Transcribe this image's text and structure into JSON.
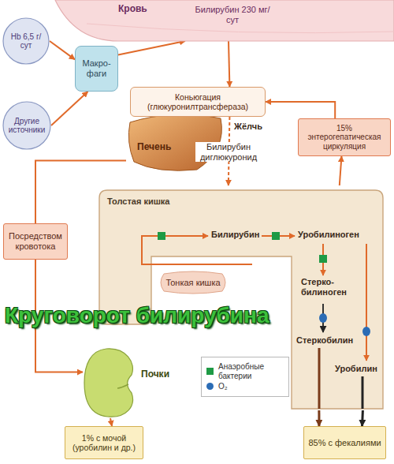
{
  "diagram": {
    "title": "Круговорот билирубина",
    "nodes": [
      {
        "text": [
          "Кровь",
          "Билирубин 230 мг/сут"
        ]
      },
      {
        "text": [
          "Hb 6,5 г/сут"
        ]
      },
      {
        "text": [
          "Другие источники"
        ]
      },
      {
        "text": [
          "Макро- фаги"
        ]
      },
      {
        "text": [
          "Печень"
        ]
      },
      {
        "text": [
          "Коньюгация (глюкуронилтрансфераза)"
        ],
        "in": 4
      },
      {
        "text": [
          "15% энтерогепатическая циркуляция"
        ]
      },
      {
        "text": [
          "Посредством кровотока"
        ]
      },
      {
        "text": [
          "Толстая кишка"
        ]
      },
      {
        "text": [
          "Тонкая кишка"
        ]
      },
      {
        "text": [
          "Почки"
        ]
      },
      {
        "text": [
          "1% с мочой (уробилин и др.)"
        ]
      },
      {
        "text": [
          "85% с фекалиями"
        ]
      }
    ],
    "edges": [
      {
        "from": 1,
        "to": 3,
        "arrow": "to"
      },
      {
        "from": 2,
        "to": 3,
        "arrow": "to"
      },
      {
        "from": 3,
        "to": 0,
        "arrow": "to"
      },
      {
        "from": 0,
        "to": 5,
        "arrow": "to"
      },
      {
        "from": 6,
        "to": 5,
        "arrow": "to"
      },
      {
        "from": 5,
        "to": 8,
        "arrow": "to"
      },
      {
        "from": 8,
        "to": 6,
        "arrow": "to"
      },
      {
        "from": 4,
        "to": 7,
        "arrow": "none"
      },
      {
        "from": 7,
        "to": 10,
        "arrow": "to"
      },
      {
        "from": 10,
        "to": 11,
        "arrow": "to"
      },
      {
        "from": 8,
        "to": 12,
        "arrow": "to"
      },
      {
        "from": 8,
        "to": 12,
        "arrow": "to"
      }
    ],
    "labels": [
      "Жёлчь",
      "Билирубин диглюкуронид",
      "Билирубин",
      "Уробилиноген",
      "Стерко- билиноген",
      "Стеркобилин",
      "Уробилин"
    ],
    "legend": [
      {
        "text": "Анаэробные бактерии",
        "color": "#1e9a45"
      },
      {
        "text": "O₂",
        "color": "#2b6cb5"
      }
    ]
  }
}
